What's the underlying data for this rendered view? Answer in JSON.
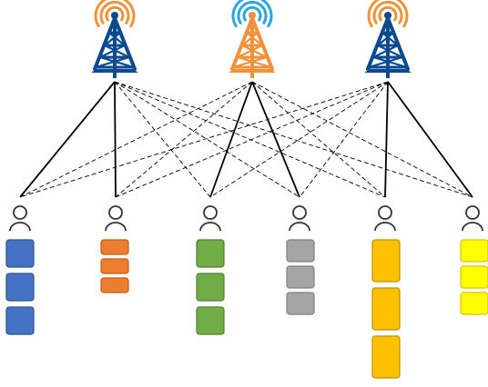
{
  "towers": [
    {
      "id": "tower-1",
      "icon": "cell-tower-icon",
      "color": "#0b4a8f",
      "waves": "#f0923a"
    },
    {
      "id": "tower-2",
      "icon": "cell-tower-icon",
      "color": "#f0923a",
      "waves": "#2aa7e0"
    },
    {
      "id": "tower-3",
      "icon": "cell-tower-icon",
      "color": "#0b4a8f",
      "waves": "#f0923a"
    }
  ],
  "users": [
    {
      "id": "user-1",
      "icon": "user-icon",
      "blocks": {
        "count": 3,
        "size": "large",
        "fill": "#4472c4",
        "stroke": "#2f528f"
      }
    },
    {
      "id": "user-2",
      "icon": "user-icon",
      "blocks": {
        "count": 3,
        "size": "small",
        "fill": "#ed7d31",
        "stroke": "#c55a11"
      }
    },
    {
      "id": "user-3",
      "icon": "user-icon",
      "blocks": {
        "count": 3,
        "size": "large",
        "fill": "#70ad47",
        "stroke": "#507e32"
      }
    },
    {
      "id": "user-4",
      "icon": "user-icon",
      "blocks": {
        "count": 3,
        "size": "medium",
        "fill": "#a5a5a5",
        "stroke": "#7f7f7f"
      }
    },
    {
      "id": "user-5",
      "icon": "user-icon",
      "blocks": {
        "count": 3,
        "size": "xlarge",
        "fill": "#ffc000",
        "stroke": "#bf9000"
      }
    },
    {
      "id": "user-6",
      "icon": "user-icon",
      "blocks": {
        "count": 3,
        "size": "medium",
        "fill": "#ffff00",
        "stroke": "#e0c000"
      }
    }
  ],
  "links": {
    "solid": [
      [
        0,
        0
      ],
      [
        0,
        1
      ],
      [
        1,
        2
      ],
      [
        1,
        3
      ],
      [
        2,
        4
      ],
      [
        2,
        5
      ]
    ],
    "dashed": [
      [
        0,
        2
      ],
      [
        0,
        3
      ],
      [
        0,
        4
      ],
      [
        0,
        5
      ],
      [
        1,
        0
      ],
      [
        1,
        1
      ],
      [
        1,
        4
      ],
      [
        1,
        5
      ],
      [
        2,
        0
      ],
      [
        2,
        1
      ],
      [
        2,
        2
      ],
      [
        2,
        3
      ]
    ]
  },
  "colors": {
    "link": "#000000",
    "user_icon": "#333333"
  }
}
